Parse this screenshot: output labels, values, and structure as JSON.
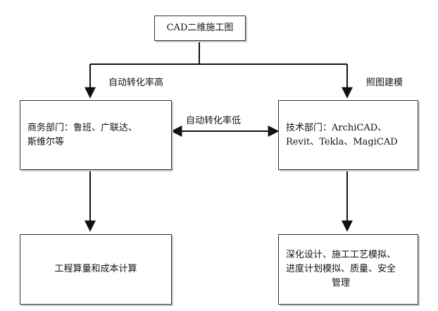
{
  "diagram": {
    "top_box": "CAD二维施工图",
    "left_mid_box": {
      "line1": "商务部门：鲁班、广联达、",
      "line2": "斯维尔等"
    },
    "right_mid_box": {
      "line1": "技术部门：ArchiCAD、",
      "line2": "Revit、Tekla、MagiCAD"
    },
    "left_bottom_box": "工程算量和成本计算",
    "right_bottom_box": {
      "line1": "深化设计、施工工艺模拟、",
      "line2": "进度计划模拟、质量、安全",
      "line3": "管理"
    },
    "label_left_arrow": "自动转化率高",
    "label_right_arrow": "照图建模",
    "label_middle_arrow": "自动转化率低"
  }
}
